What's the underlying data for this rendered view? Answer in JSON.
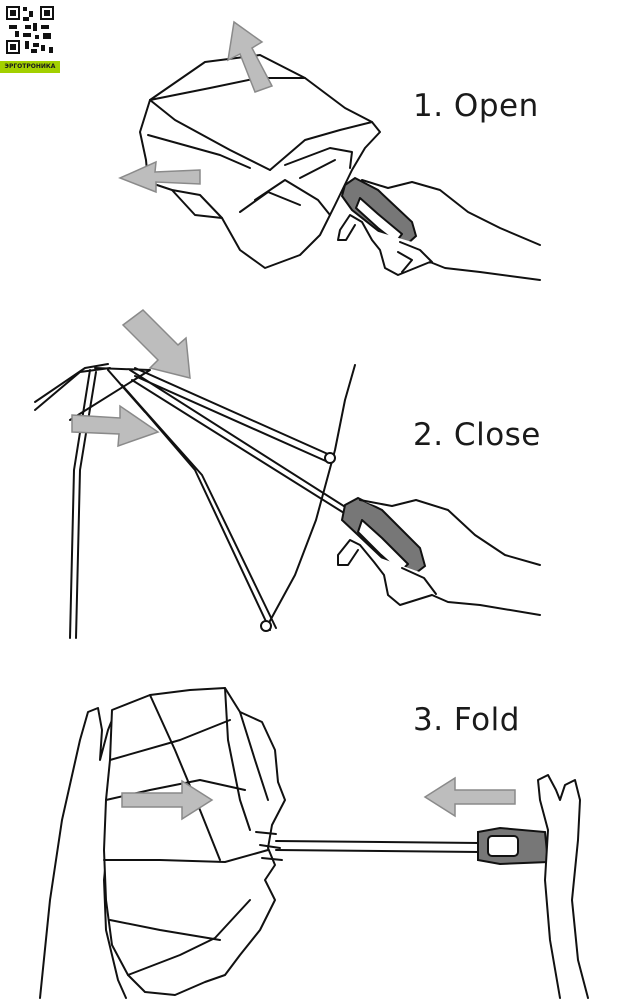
{
  "brand": {
    "name": "ЭРГОТРОНИКА"
  },
  "steps": [
    {
      "label": "1. Open"
    },
    {
      "label": "2. Close"
    },
    {
      "label": "3. Fold"
    }
  ],
  "icons": {
    "qr": "qr-code-icon",
    "arrow": "direction-arrow-icon",
    "hand": "hand-icon",
    "umbrella": "umbrella-icon"
  },
  "colors": {
    "brand_badge": "#a3d000",
    "arrow_fill": "#bdbdbd",
    "line": "#111111"
  }
}
